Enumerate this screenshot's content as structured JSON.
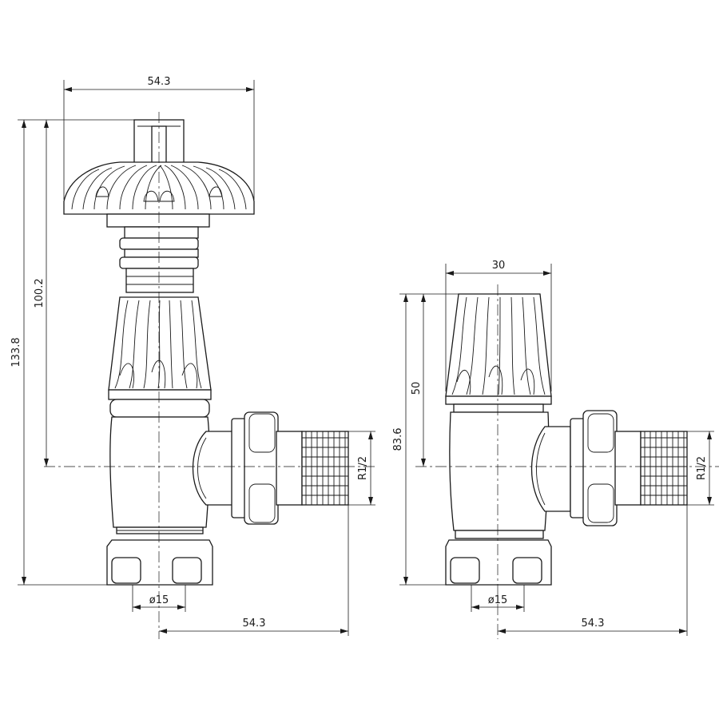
{
  "drawing": {
    "thermostatic_valve": {
      "dim_top_width": "54.3",
      "dim_total_height": "133.8",
      "dim_center_height": "100.2",
      "dim_thread": "R1/2",
      "dim_tail": "ø15",
      "dim_offset": "54.3"
    },
    "manual_valve": {
      "dim_head_width": "30",
      "dim_head_height": "50",
      "dim_total_height": "83.6",
      "dim_thread": "R1/2",
      "dim_tail": "ø15",
      "dim_offset": "54.3"
    }
  }
}
